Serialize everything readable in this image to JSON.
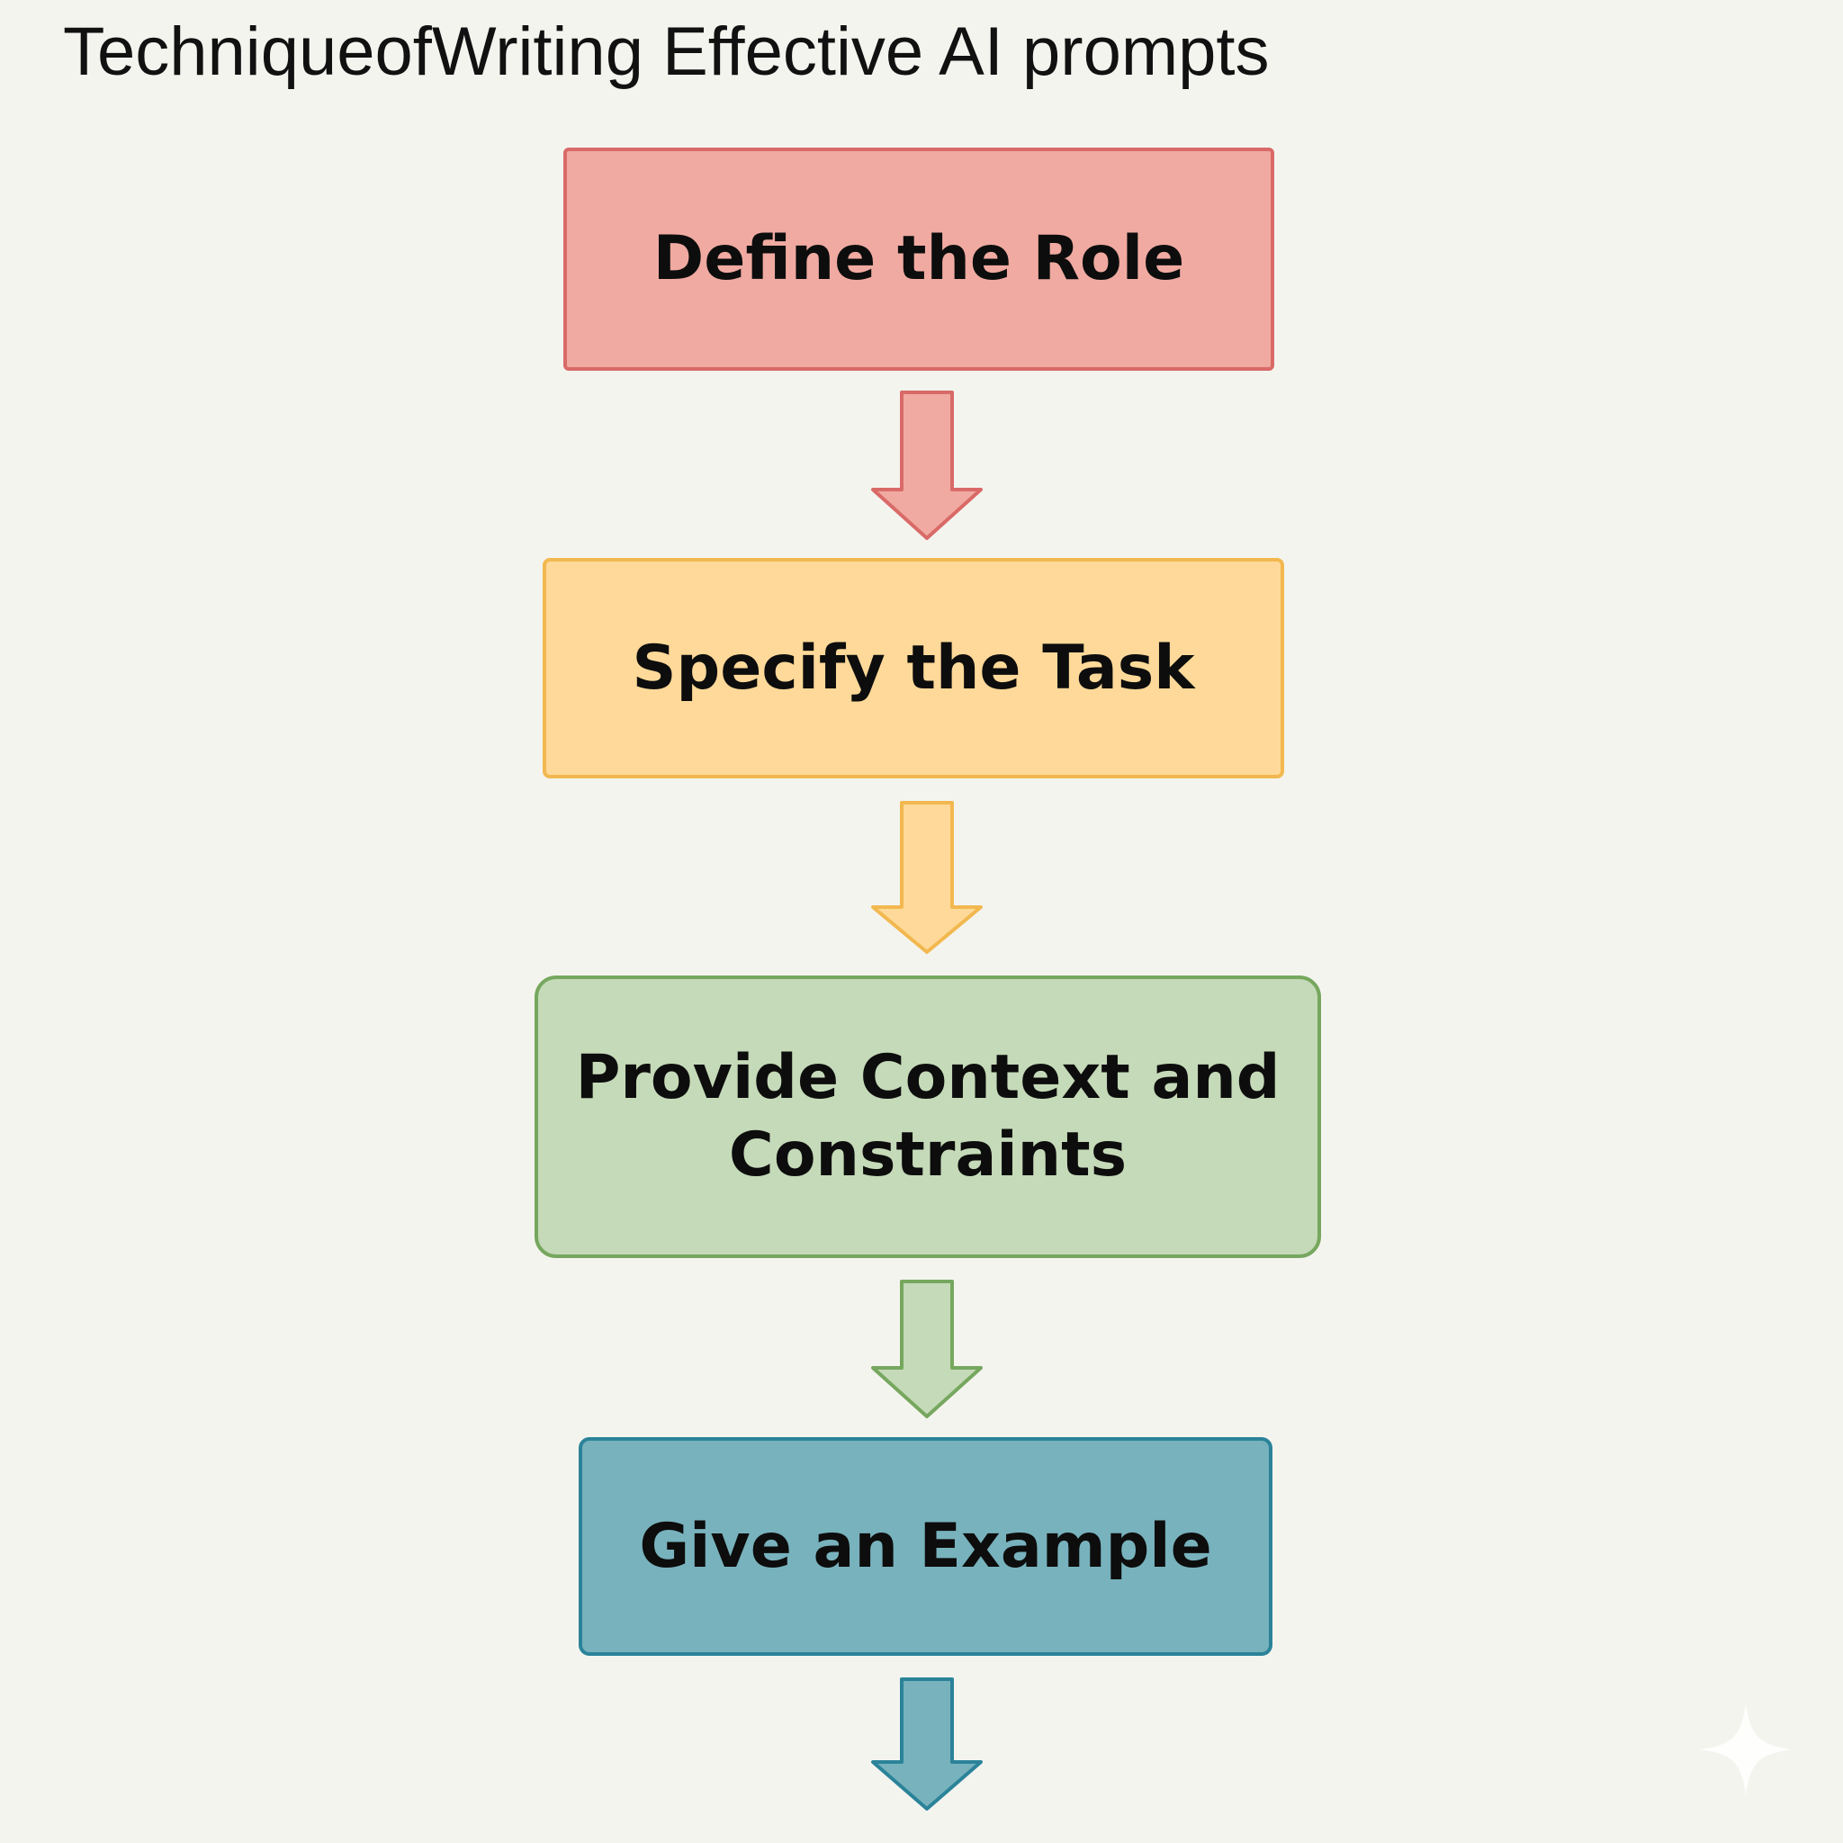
{
  "title": "TechniqueofWriting Effective AI prompts",
  "steps": [
    {
      "label": "Define the Role",
      "fill": "#f0aaa1",
      "border": "#d96a68"
    },
    {
      "label": "Specify the Task",
      "fill": "#fed999",
      "border": "#f2b84f"
    },
    {
      "label_lines": [
        "Provide Context and",
        "Constraints"
      ],
      "fill": "#c5dab8",
      "border": "#76a75e"
    },
    {
      "label": "Give an Example",
      "fill": "#78b2bd",
      "border": "#2b8399"
    }
  ],
  "arrows": [
    {
      "fill": "#f0aaa1",
      "border": "#d96a68",
      "icon": "arrow-down-icon"
    },
    {
      "fill": "#fed999",
      "border": "#f2b84f",
      "icon": "arrow-down-icon"
    },
    {
      "fill": "#c5dab8",
      "border": "#76a75e",
      "icon": "arrow-down-icon"
    },
    {
      "fill": "#78b2bd",
      "border": "#2b8399",
      "icon": "arrow-down-icon"
    }
  ],
  "watermark_icon": "sparkle-icon"
}
